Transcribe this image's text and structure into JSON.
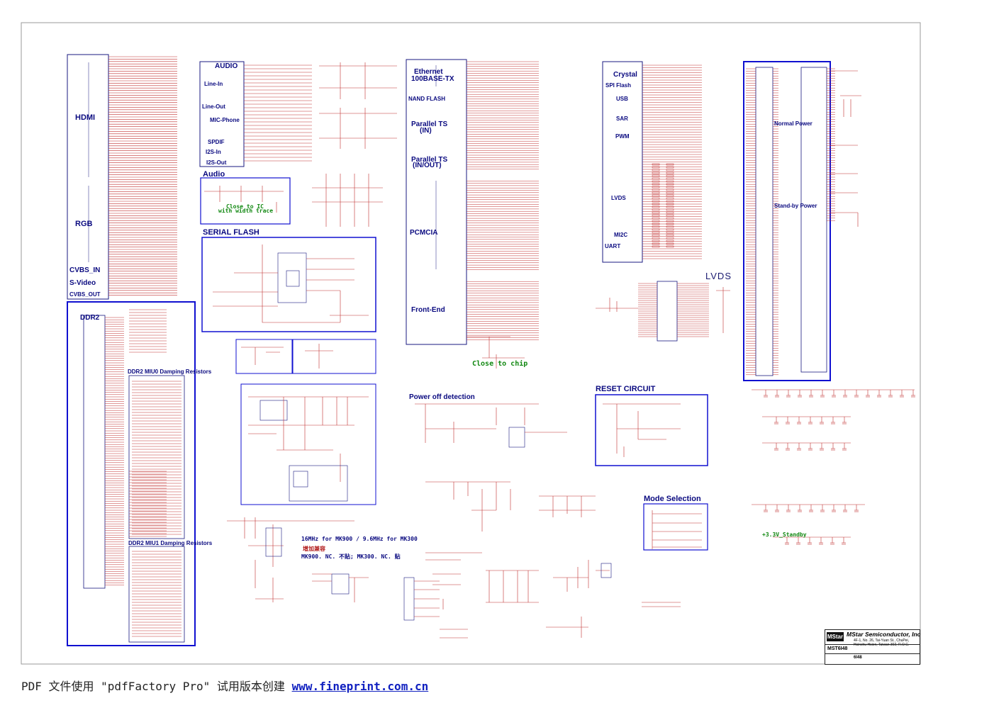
{
  "schematic": {
    "blocks": {
      "hdmi": "HDMI",
      "rgb": "RGB",
      "cvbs_in": "CVBS_IN",
      "svideo": "S-Video",
      "cvbs_out": "CVBS_OUT",
      "audio_top": "AUDIO",
      "line_in": "Line-In",
      "line_out": "Line-Out",
      "mic_phone": "MIC-Phone",
      "spdif": "SPDIF",
      "i2s_in": "I2S-In",
      "i2s_out": "I2S-Out",
      "audio": "Audio",
      "close_to_ic": "Close to IC",
      "with_width_trace": "with width trace",
      "serial_flash": "SERIAL FLASH",
      "ddr2": "DDR2",
      "ddr2_miu0": "DDR2 MIU0 Damping Resistors",
      "ddr2_miu1": "DDR2 MIU1 Damping Resistors",
      "ethernet": "Ethernet",
      "base_tx": "100BASE-TX",
      "nand_flash": "NAND FLASH",
      "parallel_ts_in": "Parallel TS",
      "parallel_ts_in_sub": "(IN)",
      "parallel_ts_inout": "Parallel TS",
      "parallel_ts_inout_sub": "(IN/OUT)",
      "pcmcia": "PCMCIA",
      "front_end": "Front-End",
      "close_to_chip": "Close to chip",
      "power_off_detection": "Power off detection",
      "crystal": "Crystal",
      "spi_flash": "SPI Flash",
      "usb": "USB",
      "sar": "SAR",
      "pwm": "PWM",
      "lvds_left": "LVDS",
      "mi2c": "MI2C",
      "uart": "UART",
      "lvds": "LVDS",
      "normal_power": "Normal Power",
      "standby_power": "Stand-by Power",
      "reset_circuit": "RESET CIRCUIT",
      "mode_selection": "Mode Selection",
      "standby_rail": "+3.3V_Standby",
      "freq_note": "16MHz for MK900 / 9.6MHz for MK300",
      "note_cn": "增加兼容",
      "note_options": "MK900. NC. 不贴; MK300. NC. 贴"
    },
    "title_block": {
      "logo": "MStar",
      "company": "MStar Semiconductor, Inc",
      "address_1": "4F-1, No. 26, Tai-Yuan St., ChuPei,",
      "address_2": "Hsinchu Hsien, Taiwan 302, R.O.C.",
      "model": "MST6I48",
      "page": "6I48"
    }
  },
  "footer": {
    "prefix": "PDF 文件使用 \"pdfFactory Pro\" 试用版本创建 ",
    "link": "www.fineprint.com.cn"
  },
  "colors": {
    "ink": "#1a1a80",
    "wire": "#c03030",
    "box": "#1010d0",
    "frame": "#9a9a9a",
    "note_green": "#118811"
  }
}
